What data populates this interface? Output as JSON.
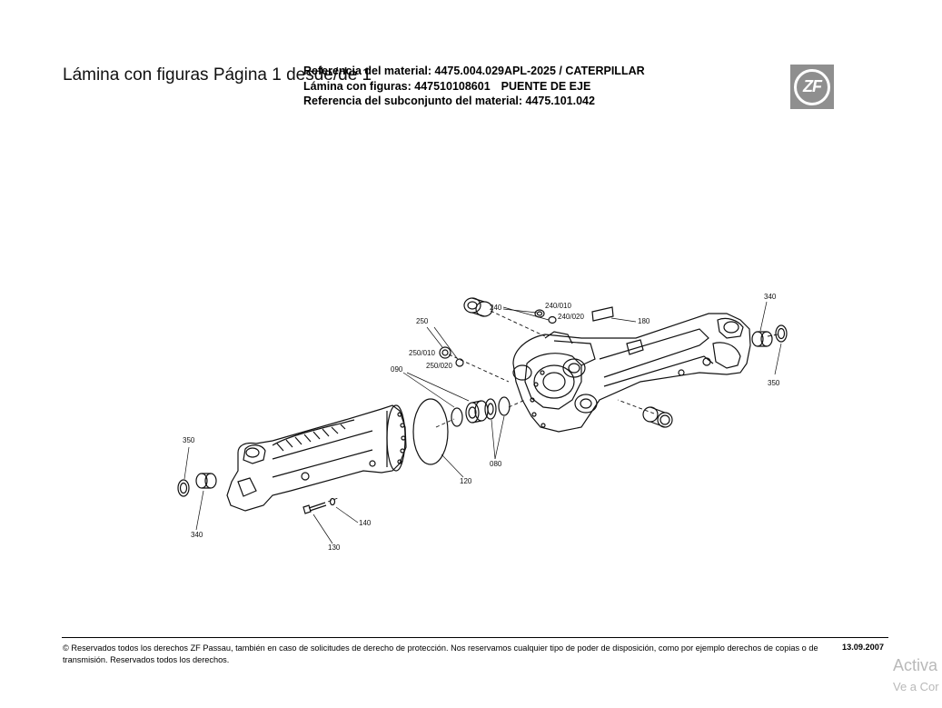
{
  "page_title": "Lámina con figuras Página 1 desde/de 1",
  "header": {
    "material_ref_label": "Referencia del material: 4475.004.029",
    "material_ref_suffix": "APL-2025 / CATERPILLAR",
    "figure_sheet_label": "Lámina con figuras: 447510108601",
    "figure_sheet_suffix": "PUENTE DE EJE",
    "subassembly_ref": "Referencia del subconjunto del material: 4475.101.042"
  },
  "logo": {
    "text": "ZF",
    "color": "#8f8f8f"
  },
  "callouts": {
    "c240": "240",
    "c240_010": "240/010",
    "c240_020": "240/020",
    "c180": "180",
    "c340_right": "340",
    "c350_right": "350",
    "c250": "250",
    "c250_010": "250/010",
    "c250_020": "250/020",
    "c090": "090",
    "c080": "080",
    "c120": "120",
    "c350_left": "350",
    "c340_left": "340",
    "c140": "140",
    "c130": "130"
  },
  "footer": {
    "text": "© Reservados todos los derechos ZF Passau, también en caso de solicitudes de derecho de protección. Nos reservamos cualquier tipo de poder de disposición, como por ejemplo derechos de copias o de transmisión. Reservados todos los derechos.",
    "date": "13.09.2007"
  },
  "watermark": {
    "line1": "Activa",
    "line2": "Ve a Cor"
  }
}
